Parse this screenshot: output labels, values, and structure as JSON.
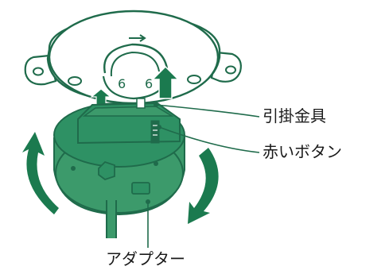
{
  "labels": {
    "hook_metal": "引掛金具",
    "red_button": "赤いボタン",
    "adapter": "アダプター"
  },
  "colors": {
    "line": "#1f6b4b",
    "fill": "#2e9164",
    "body_fill": "#3c9a6b",
    "arrow": "#1b7a4f",
    "paper": "#ffffff"
  },
  "icons": {
    "rotate_left": "curved-arrow-counterclockwise",
    "rotate_right": "curved-arrow-clockwise",
    "insert_up": "up-arrow"
  }
}
